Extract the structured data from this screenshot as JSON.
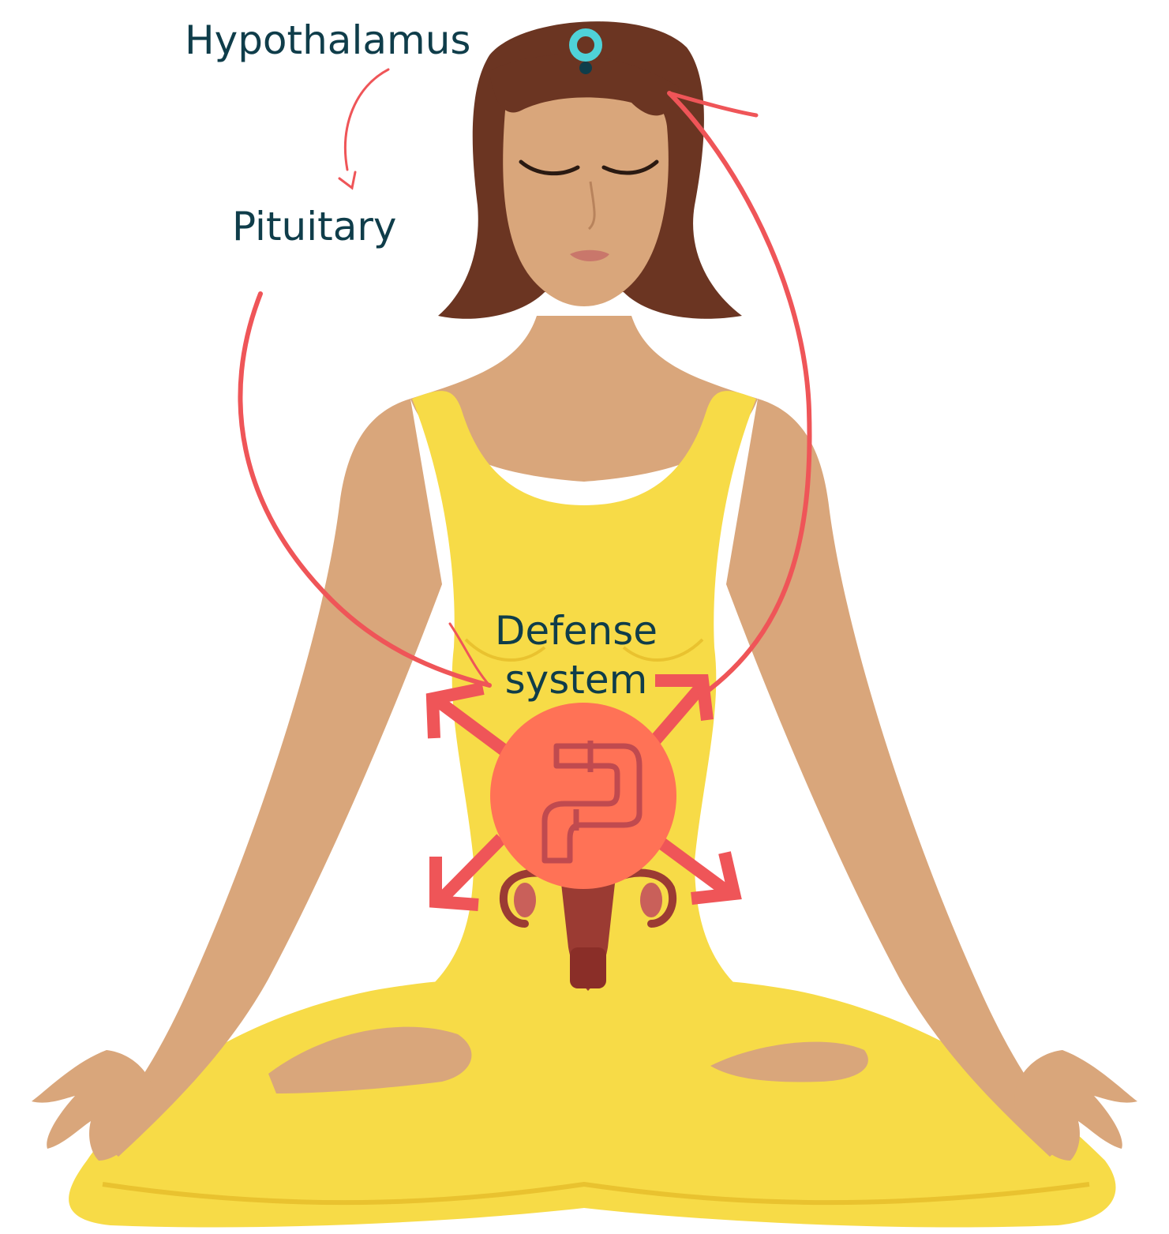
{
  "labels": {
    "hypothalamus": "Hypothalamus",
    "pituitary": "Pituitary",
    "defense_line1": "Defense",
    "defense_line2": "system"
  },
  "colors": {
    "text": "#0f3d4a",
    "arrow": "#ef5558",
    "badge": "#ff7256",
    "skin": "#d9a67b",
    "hair": "#6b3522",
    "outfit": "#f7db47",
    "logo": "#4fd2d8"
  },
  "icons": {
    "logo": "female-symbol-icon",
    "gut": "intestine-pipe-icon",
    "organ": "uterus-icon"
  }
}
